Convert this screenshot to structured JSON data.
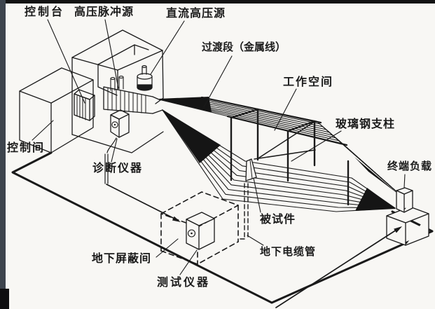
{
  "frame": {
    "top_bar_color": "#121212",
    "side_bar_color": "#3d444d",
    "corner_block_color": "#0e0e10",
    "paper_color": "#f8f7f4",
    "ink_color": "#1a1a1a"
  },
  "diagram": {
    "description": "Isometric cutaway line drawing of a high-voltage pulse (bounded-wave EMP) simulator test facility",
    "labels": [
      {
        "id": "control-console",
        "text": "控制台"
      },
      {
        "id": "hv-pulse-source",
        "text": "高压脉冲源"
      },
      {
        "id": "dc-hv-source",
        "text": "直流高压源"
      },
      {
        "id": "transition-section",
        "text": "过渡段（金属线）"
      },
      {
        "id": "working-space",
        "text": "工作空间"
      },
      {
        "id": "frp-pillar",
        "text": "玻璃钢支柱"
      },
      {
        "id": "terminal-load",
        "text": "终端负载"
      },
      {
        "id": "test-object",
        "text": "被试件"
      },
      {
        "id": "underground-cable-duct",
        "text": "地下电缆管"
      },
      {
        "id": "underground-shielded-room",
        "text": "地下屏蔽间"
      },
      {
        "id": "test-instruments",
        "text": "测试仪器"
      },
      {
        "id": "diagnostic-instruments",
        "text": "诊断仪器"
      },
      {
        "id": "control-room",
        "text": "控制间"
      }
    ]
  }
}
